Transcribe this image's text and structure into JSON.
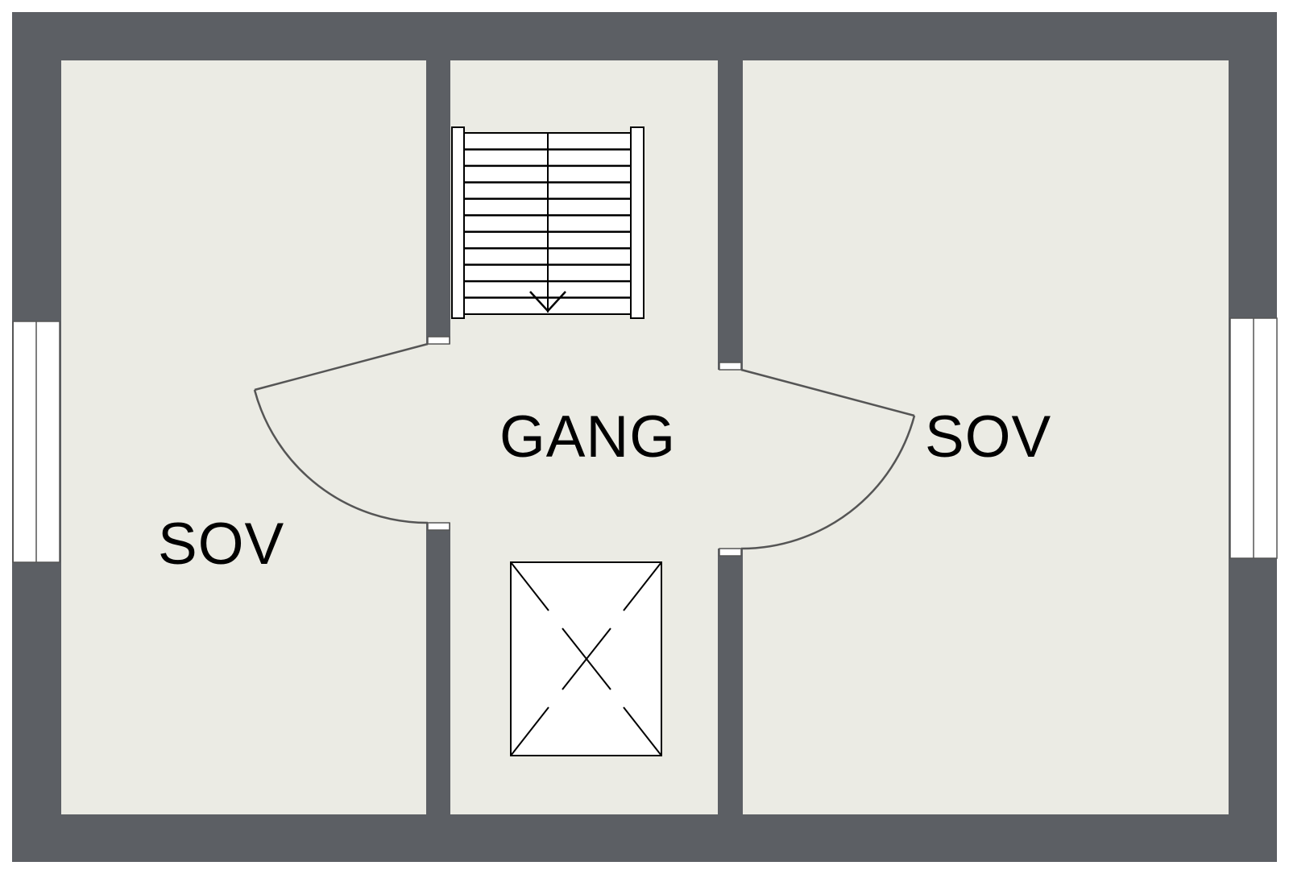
{
  "colors": {
    "wall": "#5c5f64",
    "floor": "#ebebe4",
    "line": "#000000",
    "door_line": "#555555",
    "window": "#ffffff"
  },
  "rooms": {
    "left": {
      "label": "SOV"
    },
    "hall": {
      "label": "GANG"
    },
    "right": {
      "label": "SOV"
    }
  },
  "fixtures": {
    "stairs": {
      "steps": 11,
      "direction": "down"
    },
    "shaft_icon": "cross-box-icon",
    "window_icon": "window-icon",
    "door_icon": "door-swing-icon"
  }
}
